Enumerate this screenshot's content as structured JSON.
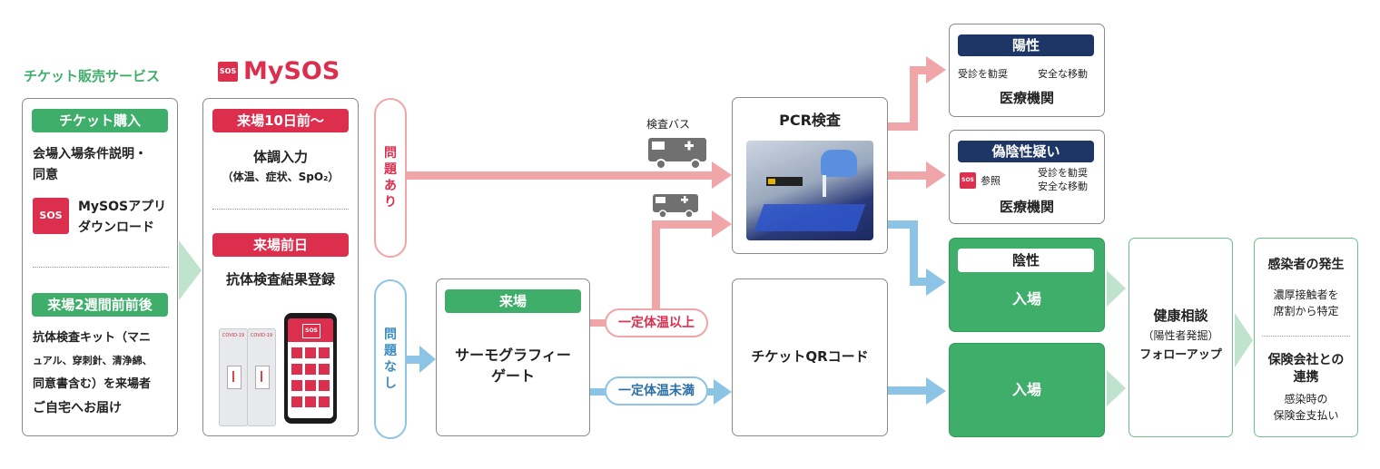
{
  "header": {
    "ticket_service": "チケット販売サービス",
    "mysos_brand": "MySOS"
  },
  "ticket_box": {
    "purchase_label": "チケット購入",
    "line1": "会場入場条件説明・",
    "line2": "同意",
    "app_line1": "MySOSアプリ",
    "app_line2": "ダウンロード",
    "kit_label": "来場2週間前前後",
    "kit_line1": "抗体検査キット（マニ",
    "kit_line2": "ュアル、穿刺針、清浄綿、",
    "kit_line3": "同意書含む）を来場者",
    "kit_line4": "ご自宅へお届け"
  },
  "mysos_box": {
    "ten_days_label": "来場10日前〜",
    "health_input": "体調入力",
    "health_detail": "（体温、症状、SpO₂）",
    "day_before_label": "来場前日",
    "antibody_result": "抗体検査結果登録",
    "test_kit_label1": "COVID-19",
    "test_kit_label2": "COVID-19",
    "phone_logo": "SOS"
  },
  "branch": {
    "problem_yes": "問題あり",
    "problem_no": "問題なし"
  },
  "venue": {
    "arrival_label": "来場",
    "thermo_line1": "サーモグラフィー",
    "thermo_line2": "ゲート",
    "temp_high": "一定体温以上",
    "temp_low": "一定体温未満",
    "ticket_qr": "チケットQRコード"
  },
  "pcr": {
    "title": "PCR検査",
    "bus_label": "検査バス"
  },
  "results": {
    "positive": {
      "label": "陽性",
      "left": "受診を勧奨",
      "right": "安全な移動",
      "dest": "医療機関"
    },
    "false_negative": {
      "label": "偽陰性疑い",
      "logo": "SOS",
      "ref": "参照",
      "right1": "受診を勧奨",
      "right2": "安全な移動",
      "dest": "医療機関"
    },
    "negative": {
      "label": "陰性",
      "enter": "入場"
    },
    "enter2": "入場"
  },
  "followup": {
    "line1": "健康相談",
    "line2": "（陽性者発掘）",
    "line3": "フォローアップ"
  },
  "infection": {
    "title": "感染者の発生",
    "line1": "濃厚接触者を",
    "line2": "席割から特定",
    "insurance1": "保険会社との",
    "insurance2": "連携",
    "ins_line1": "感染時の",
    "ins_line2": "保険金支払い"
  },
  "colors": {
    "green": "#3fae6a",
    "red": "#dc2f4e",
    "navy": "#1d3666",
    "arrow_red": "#f0a5a8",
    "arrow_blue": "#8cc4e6",
    "arrow_green": "#bfe3cc"
  }
}
